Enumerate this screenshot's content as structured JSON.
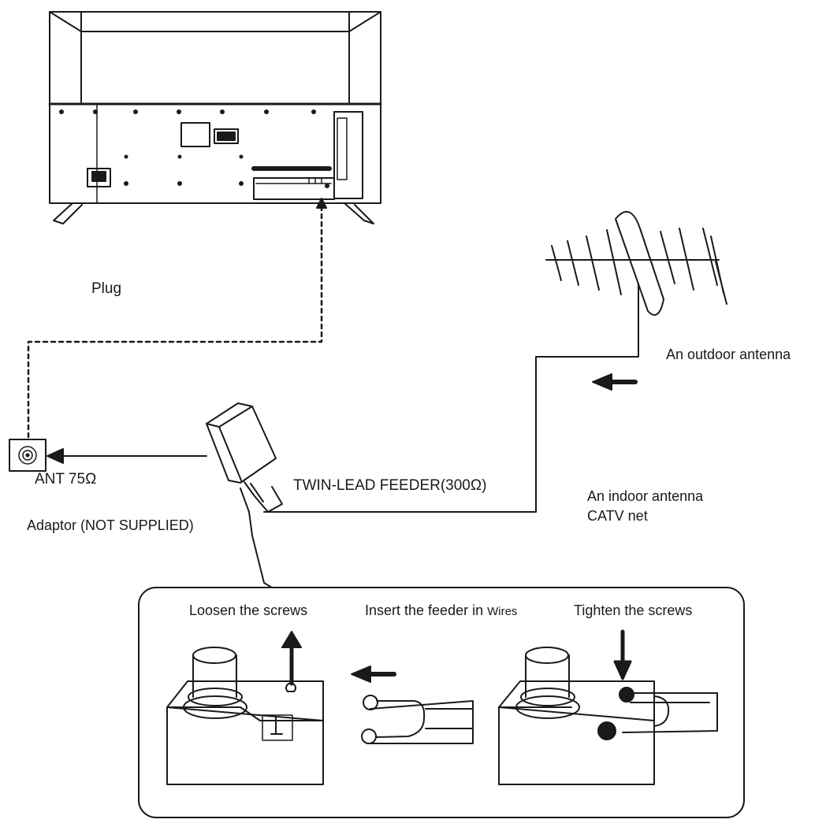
{
  "labels": {
    "plug": "Plug",
    "outdoor_antenna": "An outdoor antenna",
    "ant_75": "ANT 75Ω",
    "twin_lead": "TWIN-LEAD FEEDER(300Ω)",
    "indoor_antenna": "An indoor antenna",
    "catv_net": "CATV net",
    "adaptor": "Adaptor  (NOT SUPPLIED)",
    "loosen": "Loosen the screws",
    "insert_prefix": "Insert the feeder in",
    "insert_suffix": "Wires",
    "tighten": "Tighten the screws"
  },
  "colors": {
    "ink": "#1a1a1a",
    "background": "#ffffff"
  }
}
